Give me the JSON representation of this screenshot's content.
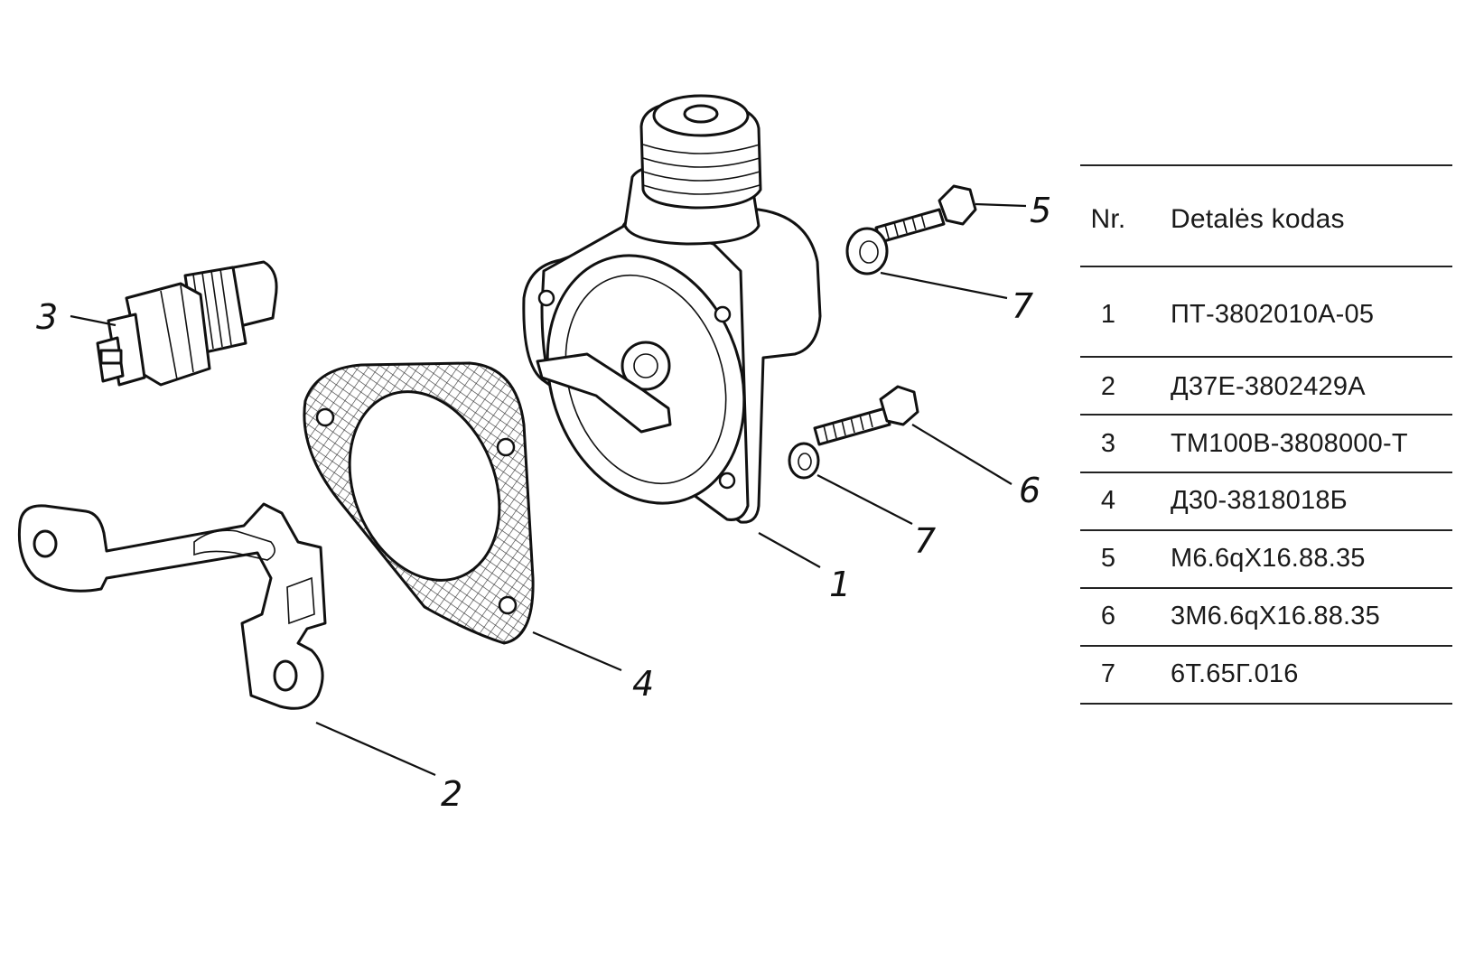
{
  "callouts": [
    {
      "id": "1",
      "label": "1"
    },
    {
      "id": "2",
      "label": "2"
    },
    {
      "id": "3",
      "label": "3"
    },
    {
      "id": "4",
      "label": "4"
    },
    {
      "id": "5",
      "label": "5"
    },
    {
      "id": "6",
      "label": "6"
    },
    {
      "id": "7a",
      "label": "7"
    },
    {
      "id": "7b",
      "label": "7"
    }
  ],
  "table": {
    "headers": {
      "nr": "Nr.",
      "code": "Detalės kodas"
    },
    "rows": [
      {
        "nr": "1",
        "code": "ПТ-3802010А-05"
      },
      {
        "nr": "2",
        "code": "Д37Е-3802429А"
      },
      {
        "nr": "3",
        "code": "ТМ100В-3808000-Т"
      },
      {
        "nr": "4",
        "code": "Д30-3818018Б"
      },
      {
        "nr": "5",
        "code": "М6.6qХ16.88.35"
      },
      {
        "nr": "6",
        "code": "3М6.6qХ16.88.35"
      },
      {
        "nr": "7",
        "code": "6Т.65Г.016"
      }
    ]
  }
}
